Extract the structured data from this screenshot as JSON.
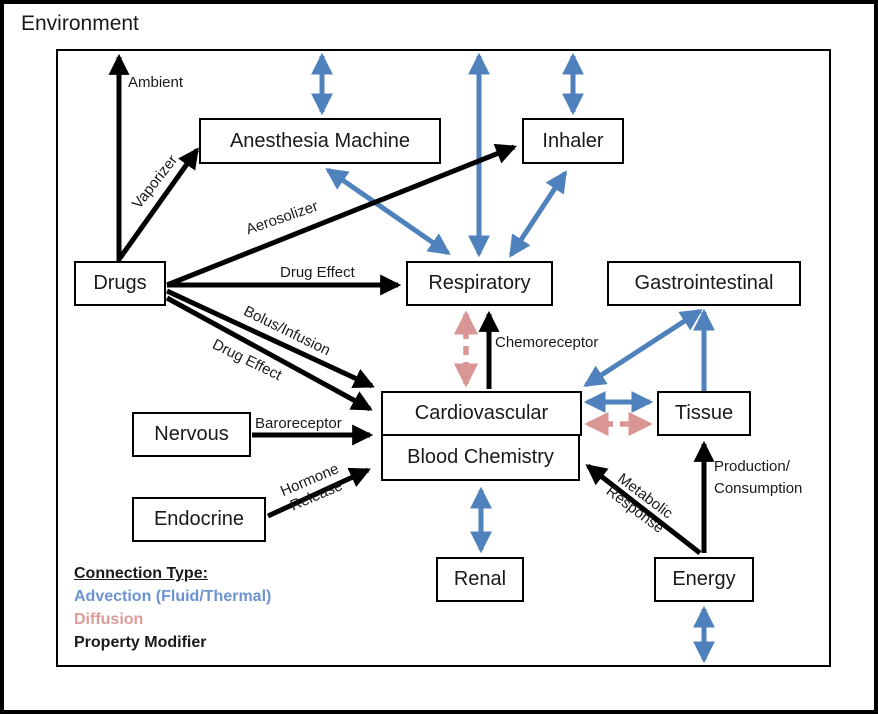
{
  "window": {
    "title": "Environment"
  },
  "boxes": {
    "anesthesia_machine": "Anesthesia Machine",
    "inhaler": "Inhaler",
    "drugs": "Drugs",
    "respiratory": "Respiratory",
    "gastrointestinal": "Gastrointestinal",
    "cardiovascular": "Cardiovascular",
    "blood_chemistry": "Blood Chemistry",
    "nervous": "Nervous",
    "tissue": "Tissue",
    "endocrine": "Endocrine",
    "renal": "Renal",
    "energy": "Energy"
  },
  "edge_labels": {
    "ambient": "Ambient",
    "vaporizer": "Vaporizer",
    "aerosolizer": "Aerosolizer",
    "drug_effect_respiratory": "Drug Effect",
    "bolus_infusion": "Bolus/Infusion",
    "drug_effect_cardiovascular": "Drug Effect",
    "baroreceptor": "Baroreceptor",
    "chemoreceptor": "Chemoreceptor",
    "hormone_release": {
      "line1": "Hormone",
      "line2": "Release"
    },
    "metabolic_response": {
      "line1": "Metabolic",
      "line2": "Response"
    },
    "production_consumption": {
      "line1": "Production/",
      "line2": "Consumption"
    }
  },
  "legend": {
    "title": "Connection Type:",
    "items": [
      {
        "label": "Advection (Fluid/Thermal)",
        "color": "#6D92D1",
        "type": "advection"
      },
      {
        "label": "Diffusion",
        "color": "#D99694",
        "type": "diffusion"
      },
      {
        "label": "Property Modifier",
        "color": "#1A1A1A",
        "type": "property-modifier"
      }
    ]
  },
  "colors": {
    "advection_arrow": "#4F81BD",
    "diffusion_arrow": "#D99694",
    "property_modifier_arrow": "#000000",
    "box_border": "#000000",
    "background": "#FFFFFF"
  }
}
